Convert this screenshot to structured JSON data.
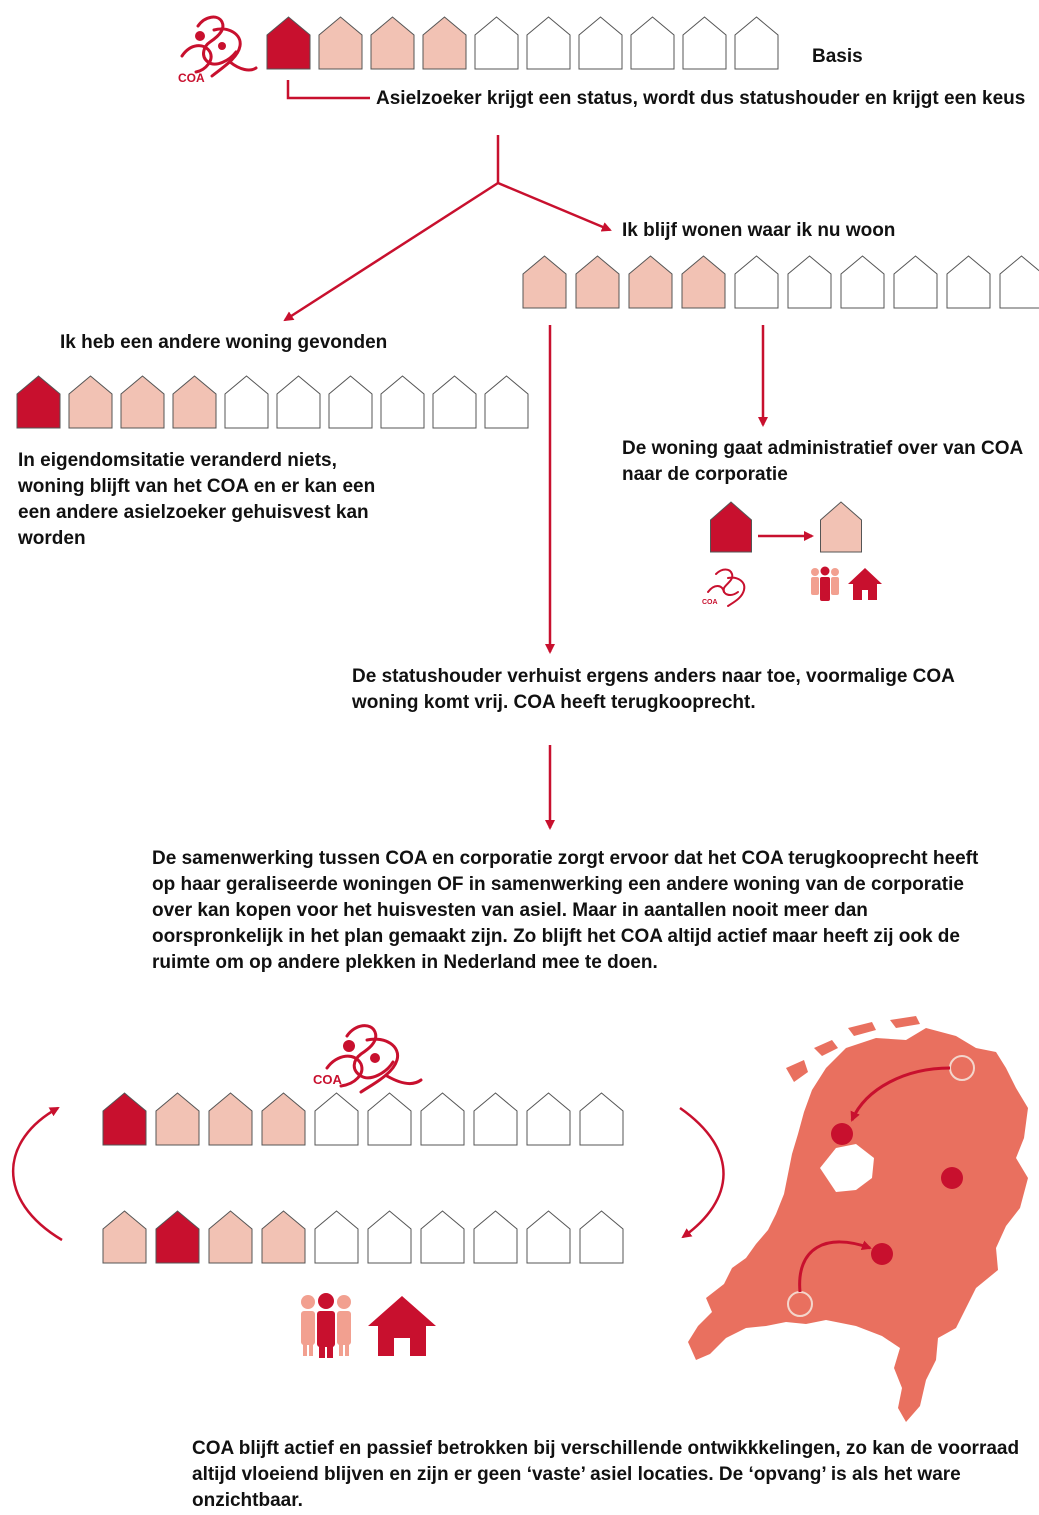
{
  "colors": {
    "accent": "#c8102e",
    "dark": "#c8102e",
    "light": "#f2c2b4",
    "empty": "#ffffff",
    "map": "#e9705f",
    "outline": "#555555"
  },
  "logo": {
    "text": "COA"
  },
  "basis": {
    "label": "Basis",
    "houses": [
      "dark",
      "light",
      "light",
      "light",
      "empty",
      "empty",
      "empty",
      "empty",
      "empty",
      "empty"
    ]
  },
  "status_text": "Asielzoeker krijgt een status, wordt dus statushouder en krijgt een keus",
  "option_stay": {
    "label": "Ik blijf wonen waar ik nu woon",
    "houses": [
      "light",
      "light",
      "light",
      "light",
      "empty",
      "empty",
      "empty",
      "empty",
      "empty",
      "empty"
    ]
  },
  "option_other": {
    "label": "Ik heb een andere woning gevonden",
    "houses": [
      "dark",
      "light",
      "light",
      "light",
      "empty",
      "empty",
      "empty",
      "empty",
      "empty",
      "empty"
    ],
    "text": "In eigendomsitatie veranderd niets, woning blijft van het COA en er kan een een andere asielzoeker gehuisvest kan worden"
  },
  "admin_transfer": {
    "text": "De woning gaat administratief over van COA naar de corporatie"
  },
  "move_out": {
    "text": "De statushouder verhuist ergens anders naar toe, voormalige COA woning komt vrij. COA heeft terugkooprecht."
  },
  "cooperation": {
    "text": "De samenwerking tussen COA en corporatie zorgt ervoor dat het COA terugkooprecht heeft op haar geraliseerde woningen OF in samenwerking een andere woning van de corporatie over kan kopen voor het huisvesten van asiel. Maar in aantallen nooit meer dan oorspronkelijk in het plan gemaakt zijn. Zo blijft het COA altijd actief maar heeft zij ook de ruimte om op andere plekken in Nederland mee te doen."
  },
  "cycle": {
    "row_top": [
      "dark",
      "light",
      "light",
      "light",
      "empty",
      "empty",
      "empty",
      "empty",
      "empty",
      "empty"
    ],
    "row_bottom": [
      "light",
      "dark",
      "light",
      "light",
      "empty",
      "empty",
      "empty",
      "empty",
      "empty",
      "empty"
    ]
  },
  "conclusion": {
    "text": "COA blijft actief en passief betrokken bij verschillende ontwikkkelingen, zo kan de voorraad altijd vloeiend blijven en zijn er geen ‘vaste’ asiel locaties. De ‘opvang’ is als het ware onzichtbaar."
  }
}
